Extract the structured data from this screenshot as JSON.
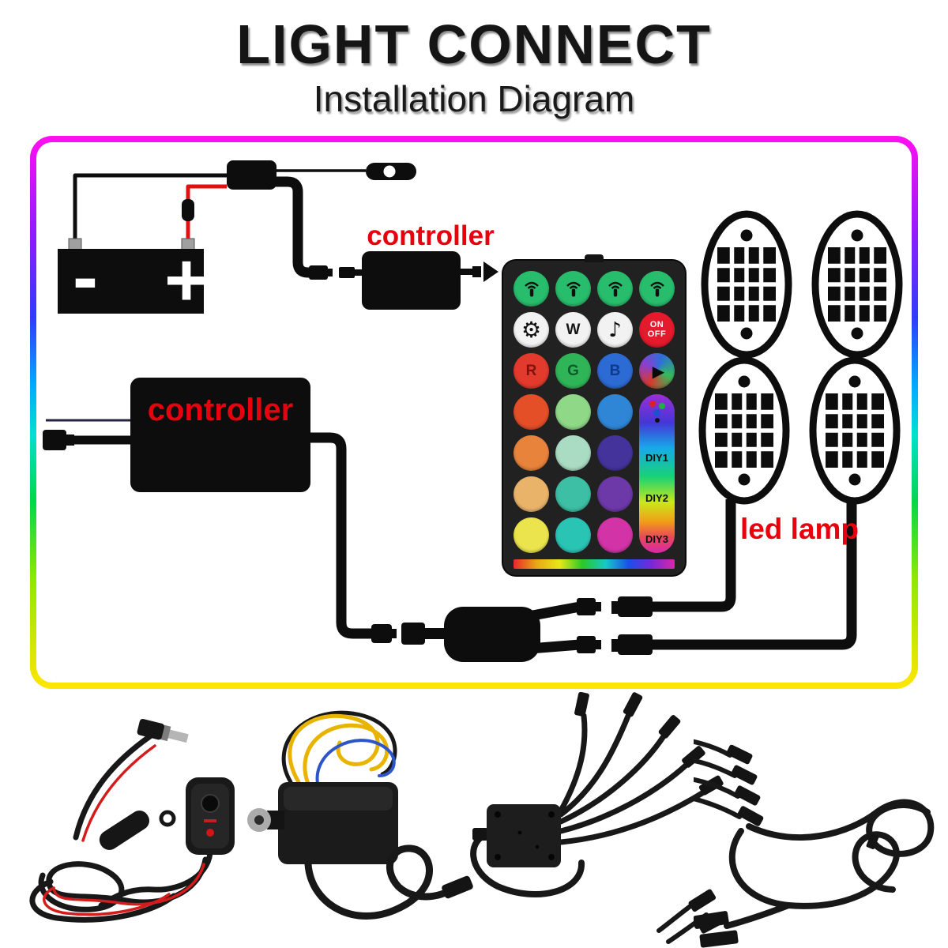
{
  "page": {
    "title": "LIGHT CONNECT",
    "subtitle": "Installation Diagram"
  },
  "colors": {
    "label_red": "#e8000e",
    "wire_red": "#e01010",
    "border_top": "#ff10f0",
    "border_bottom": "#ffe600"
  },
  "diagram": {
    "controller_inline_label": "controller",
    "controller_main_label": "controller",
    "led_lamp_label": "led lamp",
    "battery": {
      "minus": "-",
      "plus": "+"
    }
  },
  "remote": {
    "grid": [
      {
        "id": "signal-1",
        "kind": "icon",
        "icon": "remote-signal-icon",
        "bg": "#28bd6c"
      },
      {
        "id": "signal-2",
        "kind": "icon",
        "icon": "remote-signal-icon",
        "bg": "#28bd6c"
      },
      {
        "id": "signal-3",
        "kind": "icon",
        "icon": "remote-signal-icon",
        "bg": "#28bd6c"
      },
      {
        "id": "signal-4",
        "kind": "icon",
        "icon": "remote-signal-icon",
        "bg": "#28bd6c"
      },
      {
        "id": "mode",
        "kind": "icon",
        "icon": "gear-icon",
        "bg": "#f2f2f2"
      },
      {
        "id": "white",
        "kind": "text",
        "label": "W",
        "bg": "#f2f2f2",
        "fg": "#151515"
      },
      {
        "id": "music",
        "kind": "icon",
        "icon": "music-note-icon",
        "bg": "#f2f2f2"
      },
      {
        "id": "power",
        "kind": "stack",
        "label": "ON",
        "label2": "OFF",
        "bg": "#e51a2c",
        "fg": "#ffffff"
      },
      {
        "id": "red",
        "kind": "text",
        "label": "R",
        "bg": "#e23a2c",
        "fg": "#7e130c"
      },
      {
        "id": "green",
        "kind": "text",
        "label": "G",
        "bg": "#2fb558",
        "fg": "#0b5c29"
      },
      {
        "id": "blue",
        "kind": "text",
        "label": "B",
        "bg": "#2c6ad4",
        "fg": "#0e3a8c"
      },
      {
        "id": "play",
        "kind": "icon",
        "icon": "play-icon",
        "bg": "play-multi"
      },
      {
        "id": "color-1",
        "kind": "color",
        "bg": "#e44f28"
      },
      {
        "id": "color-2",
        "kind": "color",
        "bg": "#8ed887"
      },
      {
        "id": "color-3",
        "kind": "color",
        "bg": "#2f86d6"
      },
      {
        "id": "color-4",
        "kind": "color",
        "bg": "#e8833c"
      },
      {
        "id": "color-5",
        "kind": "color",
        "bg": "#aadcc4"
      },
      {
        "id": "color-6",
        "kind": "color",
        "bg": "#45339c"
      },
      {
        "id": "color-7",
        "kind": "color",
        "bg": "#eab36a"
      },
      {
        "id": "color-8",
        "kind": "color",
        "bg": "#3cbfa4"
      },
      {
        "id": "color-9",
        "kind": "color",
        "bg": "#6d38a8"
      },
      {
        "id": "color-10",
        "kind": "color",
        "bg": "#ece44c"
      },
      {
        "id": "color-11",
        "kind": "color",
        "bg": "#2ac4b4"
      },
      {
        "id": "color-12",
        "kind": "color",
        "bg": "#d233a6"
      }
    ],
    "strip": {
      "labels": [
        "DIY1",
        "DIY2",
        "DIY3"
      ]
    }
  }
}
